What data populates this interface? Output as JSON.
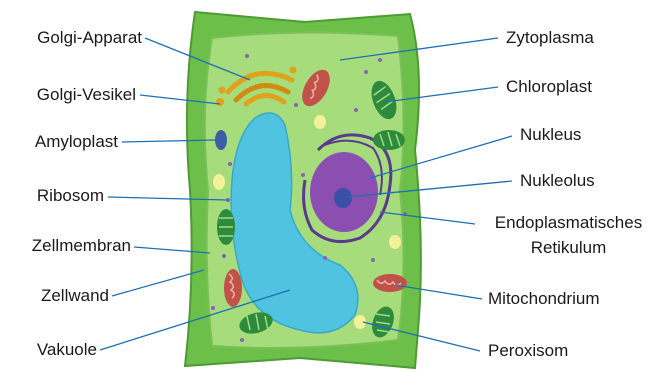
{
  "labels_left": {
    "golgi_apparat": "Golgi-Apparat",
    "golgi_vesikel": "Golgi-Vesikel",
    "amyloplast": "Amyloplast",
    "ribosom": "Ribosom",
    "zellmembran": "Zellmembran",
    "zellwand": "Zellwand",
    "vakuole": "Vakuole"
  },
  "labels_right": {
    "zytoplasma": "Zytoplasma",
    "chloroplast": "Chloroplast",
    "nukleus": "Nukleus",
    "nukleolus": "Nukleolus",
    "er_line1": "Endoplasmatisches",
    "er_line2": "Retikulum",
    "mitochondrium": "Mitochondrium",
    "peroxisom": "Peroxisom"
  },
  "colors": {
    "cell_wall": "#6cc04a",
    "cytoplasm": "#a6dc7c",
    "vacuole": "#4fc3e0",
    "nucleus": "#8a4fb0",
    "nucleolus": "#3a4fa8",
    "er": "#5a3a8c",
    "golgi": "#e0a21a",
    "mitochondrion": "#c0524a",
    "chloroplast": "#2e8b3c",
    "amyloplast": "#3a5fa8",
    "peroxisome": "#f3f19a",
    "leader_line": "#1f6fb5"
  }
}
